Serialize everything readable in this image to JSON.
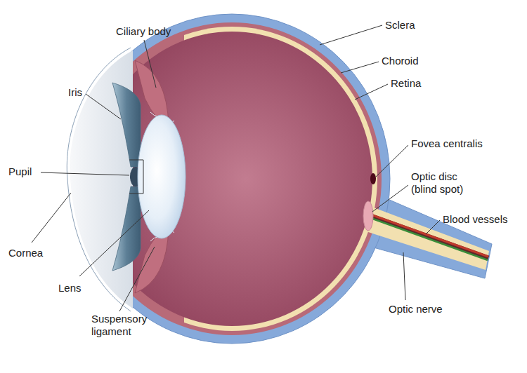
{
  "diagram": {
    "labels": [
      "Ciliary body",
      "Sclera",
      "Choroid",
      "Retina",
      "Iris",
      "Fovea centralis",
      "Pupil",
      "Optic disc (blind spot)",
      "Blood vessels",
      "Cornea",
      "Lens",
      "Suspensory ligament",
      "Optic nerve"
    ]
  }
}
